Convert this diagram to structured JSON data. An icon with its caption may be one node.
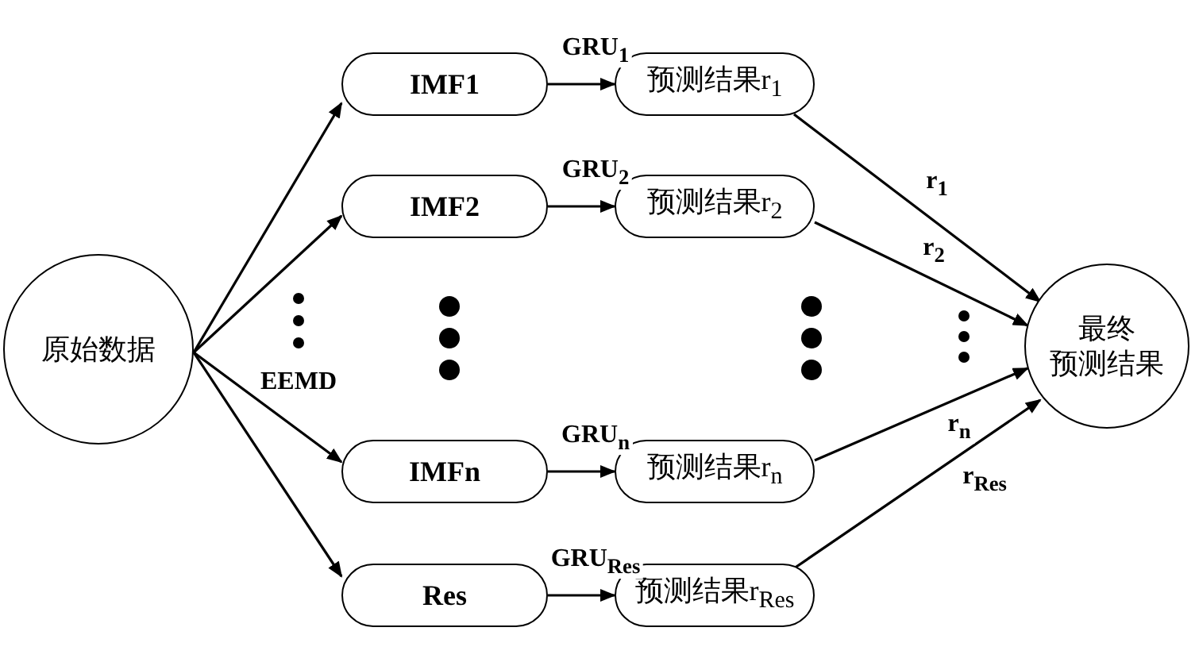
{
  "diagram": {
    "nodes": [
      {
        "text": [
          "原始数据"
        ]
      },
      {
        "text": [
          "IMF1"
        ]
      },
      {
        "text": [
          "IMF2"
        ]
      },
      {
        "text": [
          "IMFn"
        ]
      },
      {
        "text": [
          "Res"
        ]
      },
      {
        "text": [
          "预测结果r$_{1}$"
        ]
      },
      {
        "text": [
          "预测结果r$_{2}$"
        ]
      },
      {
        "text": [
          "预测结果r$_{n}$"
        ]
      },
      {
        "text": [
          "预测结果r$_{Res}$"
        ]
      },
      {
        "text": [
          "最终预测结果"
        ]
      }
    ],
    "edges": [
      {
        "from": 0,
        "to": 1,
        "arrow": "to"
      },
      {
        "from": 0,
        "to": 2,
        "arrow": "to"
      },
      {
        "from": 0,
        "to": 3,
        "arrow": "to"
      },
      {
        "from": 0,
        "to": 4,
        "arrow": "to"
      },
      {
        "from": 1,
        "to": 5,
        "arrow": "to",
        "label": "GRU$_{1}$"
      },
      {
        "from": 2,
        "to": 6,
        "arrow": "to",
        "label": "GRU$_{2}$"
      },
      {
        "from": 3,
        "to": 7,
        "arrow": "to",
        "label": "GRU$_{n}$"
      },
      {
        "from": 4,
        "to": 8,
        "arrow": "to",
        "label": "GRU$_{Res}$"
      },
      {
        "from": 5,
        "to": 9,
        "arrow": "to",
        "label": "r$_{1}$"
      },
      {
        "from": 6,
        "to": 9,
        "arrow": "to",
        "label": "r$_{2}$"
      },
      {
        "from": 7,
        "to": 9,
        "arrow": "to",
        "label": "r$_{n}$"
      },
      {
        "from": 8,
        "to": 9,
        "arrow": "to",
        "label": "r$_{Res}$"
      }
    ],
    "labels": [
      "EEMD"
    ]
  }
}
